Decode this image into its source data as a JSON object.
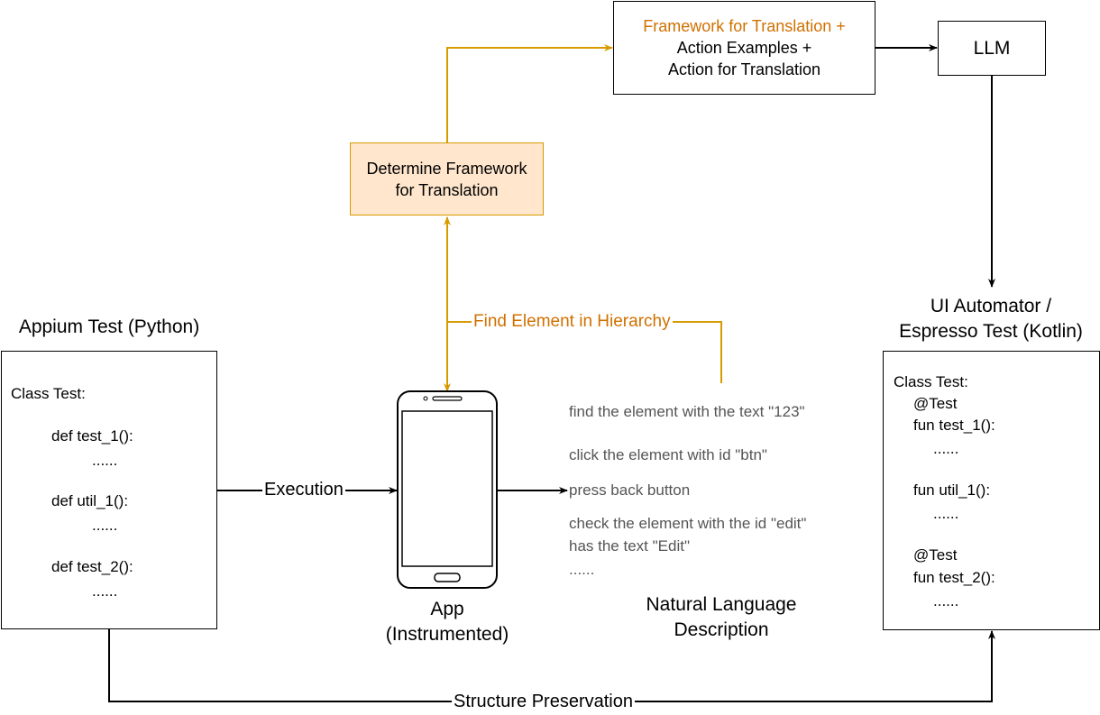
{
  "top_box": {
    "line1": "Framework for Translation +",
    "line2": "Action Examples +",
    "line3": "Action for Translation"
  },
  "llm_box": {
    "label": "LLM"
  },
  "determine_box": {
    "line1": "Determine Framework",
    "line2": "for Translation"
  },
  "find_element_label": "Find Element in Hierarchy",
  "appium": {
    "title": "Appium Test (Python)",
    "lines": [
      "Class Test:",
      "def test_1():",
      "......",
      "def util_1():",
      "......",
      "def test_2():",
      "......"
    ]
  },
  "espresso": {
    "title_line1": "UI Automator /",
    "title_line2": "Espresso Test (Kotlin)",
    "lines": [
      "Class Test:",
      "@Test",
      "fun test_1():",
      "......",
      "fun util_1():",
      "......",
      "@Test",
      "fun test_2():",
      "......"
    ]
  },
  "execution_label": "Execution",
  "app": {
    "line1": "App",
    "line2": "(Instrumented)"
  },
  "nl_description": {
    "items": [
      "find the element with the text \"123\"",
      "click the element with id \"btn\"",
      "press back button",
      "check the element with the id \"edit\"",
      "has the text \"Edit\"",
      "......"
    ],
    "title_line1": "Natural Language",
    "title_line2": "Description"
  },
  "structure_label": "Structure Preservation",
  "colors": {
    "orange": "#d07000",
    "arrow_orange": "#d79b00",
    "determine_fill": "#ffe6cc"
  }
}
